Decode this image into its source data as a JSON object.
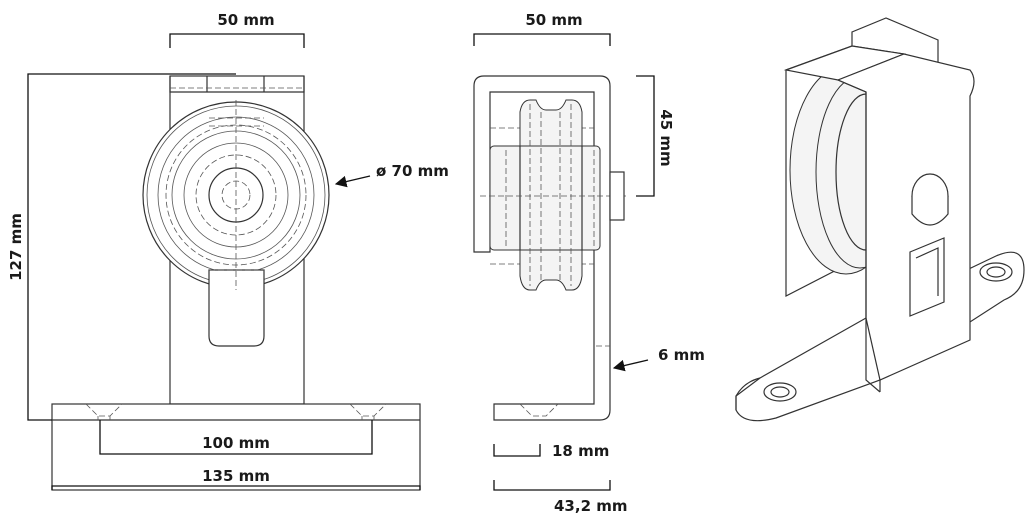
{
  "dimensions": {
    "front_top_width": "50 mm",
    "front_height": "127 mm",
    "wheel_diameter": "ø 70 mm",
    "hole_spacing": "100 mm",
    "base_width": "135 mm",
    "side_top_width": "50 mm",
    "wheel_height": "45 mm",
    "plate_thickness": "6 mm",
    "base_offset": "18 mm",
    "side_depth": "43,2 mm"
  }
}
